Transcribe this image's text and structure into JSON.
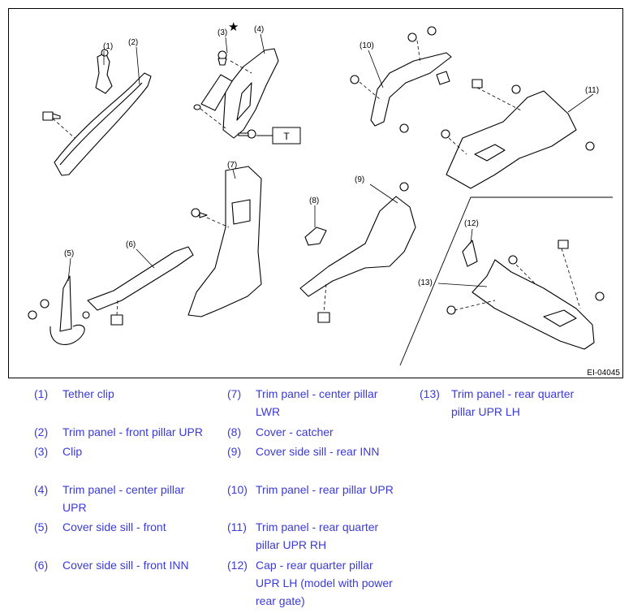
{
  "figure": {
    "code": "EI-04045",
    "star": "★",
    "tag": "T",
    "callouts": [
      "(1)",
      "(2)",
      "(3)",
      "(4)",
      "(5)",
      "(6)",
      "(7)",
      "(8)",
      "(9)",
      "(10)",
      "(11)",
      "(12)",
      "(13)"
    ]
  },
  "legend": [
    {
      "num": "(1)",
      "lines": [
        "Tether clip"
      ]
    },
    {
      "num": "(2)",
      "lines": [
        "Trim panel - front pillar UPR"
      ]
    },
    {
      "num": "(3)",
      "lines": [
        "Clip"
      ]
    },
    {
      "num": "(4)",
      "lines": [
        "Trim panel - center pillar",
        "UPR"
      ]
    },
    {
      "num": "(5)",
      "lines": [
        "Cover side sill - front"
      ]
    },
    {
      "num": "(6)",
      "lines": [
        "Cover side sill - front INN"
      ]
    },
    {
      "num": "(7)",
      "lines": [
        "Trim panel - center pillar",
        "LWR"
      ]
    },
    {
      "num": "(8)",
      "lines": [
        "Cover - catcher"
      ]
    },
    {
      "num": "(9)",
      "lines": [
        "Cover side sill - rear INN"
      ]
    },
    {
      "num": "(10)",
      "lines": [
        "Trim panel - rear pillar UPR"
      ]
    },
    {
      "num": "(11)",
      "lines": [
        "Trim panel - rear quarter",
        "pillar UPR RH"
      ]
    },
    {
      "num": "(12)",
      "lines": [
        "Cap - rear quarter pillar",
        "UPR LH (model with power",
        "rear gate)"
      ]
    },
    {
      "num": "(13)",
      "lines": [
        "Trim panel - rear quarter",
        "pillar UPR LH"
      ]
    }
  ],
  "colors": {
    "legend_text": "#3a3ad8",
    "line": "#000000",
    "part_fill": "#ffffff"
  }
}
